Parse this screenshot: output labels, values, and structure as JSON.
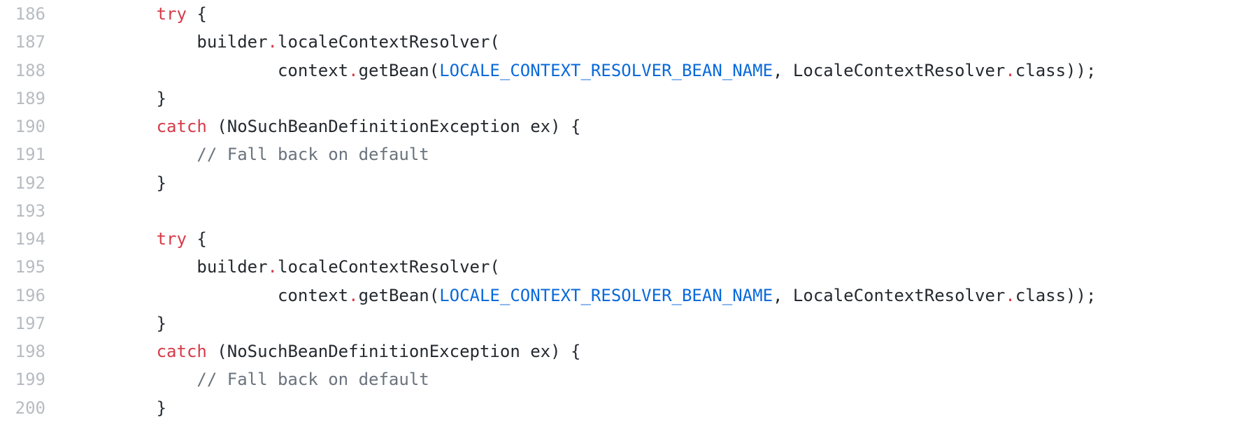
{
  "code_viewer": {
    "language": "java",
    "colors": {
      "background": "#ffffff",
      "line_number": "#b7bcc2",
      "plain": "#24292f",
      "keyword": "#d73a49",
      "dot": "#d73a49",
      "constant_link": "#0969da",
      "comment": "#6a737d"
    },
    "lines": [
      {
        "number": "186",
        "tokens": [
          {
            "text": "        ",
            "type": "plain"
          },
          {
            "text": "try",
            "type": "keyword"
          },
          {
            "text": " {",
            "type": "plain"
          }
        ]
      },
      {
        "number": "187",
        "tokens": [
          {
            "text": "            builder",
            "type": "plain"
          },
          {
            "text": ".",
            "type": "dot"
          },
          {
            "text": "localeContextResolver(",
            "type": "plain"
          }
        ]
      },
      {
        "number": "188",
        "tokens": [
          {
            "text": "                    context",
            "type": "plain"
          },
          {
            "text": ".",
            "type": "dot"
          },
          {
            "text": "getBean(",
            "type": "plain"
          },
          {
            "text": "LOCALE_CONTEXT_RESOLVER_BEAN_NAME",
            "type": "constant_link"
          },
          {
            "text": ", LocaleContextResolver",
            "type": "plain"
          },
          {
            "text": ".",
            "type": "dot"
          },
          {
            "text": "class));",
            "type": "plain"
          }
        ]
      },
      {
        "number": "189",
        "tokens": [
          {
            "text": "        }",
            "type": "plain"
          }
        ]
      },
      {
        "number": "190",
        "tokens": [
          {
            "text": "        ",
            "type": "plain"
          },
          {
            "text": "catch",
            "type": "keyword"
          },
          {
            "text": " (NoSuchBeanDefinitionException ex) {",
            "type": "plain"
          }
        ]
      },
      {
        "number": "191",
        "tokens": [
          {
            "text": "            ",
            "type": "plain"
          },
          {
            "text": "// Fall back on default",
            "type": "comment"
          }
        ]
      },
      {
        "number": "192",
        "tokens": [
          {
            "text": "        }",
            "type": "plain"
          }
        ]
      },
      {
        "number": "193",
        "tokens": []
      },
      {
        "number": "194",
        "tokens": [
          {
            "text": "        ",
            "type": "plain"
          },
          {
            "text": "try",
            "type": "keyword"
          },
          {
            "text": " {",
            "type": "plain"
          }
        ]
      },
      {
        "number": "195",
        "tokens": [
          {
            "text": "            builder",
            "type": "plain"
          },
          {
            "text": ".",
            "type": "dot"
          },
          {
            "text": "localeContextResolver(",
            "type": "plain"
          }
        ]
      },
      {
        "number": "196",
        "tokens": [
          {
            "text": "                    context",
            "type": "plain"
          },
          {
            "text": ".",
            "type": "dot"
          },
          {
            "text": "getBean(",
            "type": "plain"
          },
          {
            "text": "LOCALE_CONTEXT_RESOLVER_BEAN_NAME",
            "type": "constant_link"
          },
          {
            "text": ", LocaleContextResolver",
            "type": "plain"
          },
          {
            "text": ".",
            "type": "dot"
          },
          {
            "text": "class));",
            "type": "plain"
          }
        ]
      },
      {
        "number": "197",
        "tokens": [
          {
            "text": "        }",
            "type": "plain"
          }
        ]
      },
      {
        "number": "198",
        "tokens": [
          {
            "text": "        ",
            "type": "plain"
          },
          {
            "text": "catch",
            "type": "keyword"
          },
          {
            "text": " (NoSuchBeanDefinitionException ex) {",
            "type": "plain"
          }
        ]
      },
      {
        "number": "199",
        "tokens": [
          {
            "text": "            ",
            "type": "plain"
          },
          {
            "text": "// Fall back on default",
            "type": "comment"
          }
        ]
      },
      {
        "number": "200",
        "tokens": [
          {
            "text": "        }",
            "type": "plain"
          }
        ]
      }
    ]
  }
}
